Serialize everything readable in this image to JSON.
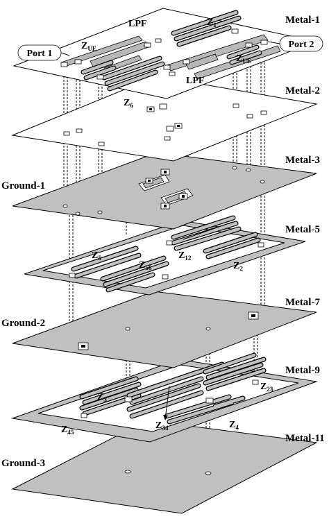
{
  "layers": {
    "metal1": "Metal-1",
    "metal2": "Metal-2",
    "metal3": "Metal-3",
    "ground1": "Ground-1",
    "metal5": "Metal-5",
    "metal7": "Metal-7",
    "ground2": "Ground-2",
    "metal9": "Metal-9",
    "metal11": "Metal-11",
    "ground3": "Ground-3"
  },
  "ports": {
    "port1": "Port 1",
    "port2": "Port 2"
  },
  "components": {
    "lpf_top": "LPF",
    "lpf_bottom": "LPF",
    "z1": {
      "base": "Z",
      "sub": "1"
    },
    "zue_left": {
      "base": "Z",
      "sub": "UE"
    },
    "zue_right": {
      "base": "Z",
      "sub": "UE"
    },
    "z6": {
      "base": "Z",
      "sub": "6"
    },
    "z5": {
      "base": "Z",
      "sub": "5"
    },
    "z56": {
      "base": "Z",
      "sub": "56"
    },
    "z12": {
      "base": "Z",
      "sub": "12"
    },
    "z2": {
      "base": "Z",
      "sub": "2"
    },
    "z3": {
      "base": "Z",
      "sub": "3"
    },
    "z23": {
      "base": "Z",
      "sub": "23"
    },
    "z4": {
      "base": "Z",
      "sub": "4"
    },
    "z45": {
      "base": "Z",
      "sub": "45"
    },
    "z34": {
      "base": "Z",
      "sub": "34"
    }
  },
  "colors": {
    "ground_plane": "#c0c0c0",
    "trace": "#b8b8b8",
    "outline": "#000000",
    "background": "#ffffff"
  }
}
